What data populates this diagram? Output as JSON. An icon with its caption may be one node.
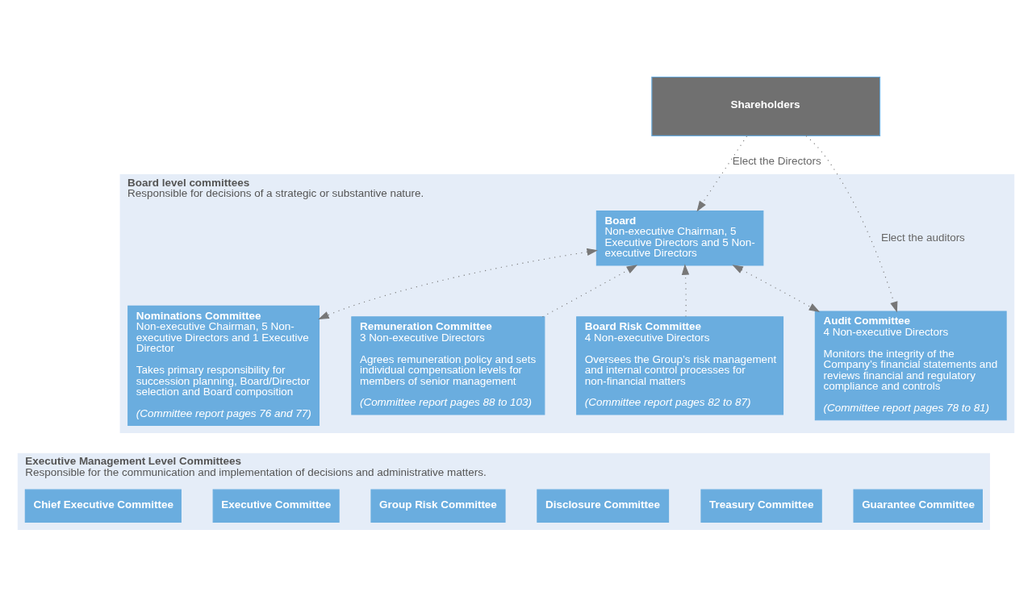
{
  "diagram": {
    "nodes": [
      {
        "text": [
          "Shareholders"
        ]
      },
      {
        "text": [
          "Board level committees",
          "Responsible for decisions of a strategic or substantive nature."
        ]
      },
      {
        "text": [
          "Board",
          "Non-executive Chairman, 5 Executive Directors and 5 Non-executive Directors"
        ],
        "in": 1
      },
      {
        "text": [
          "Nominations Committee",
          "Non-executive Chairman, 5 Non-executive Directors and 1 Executive Director",
          "Takes primary responsibility for succession planning, Board/Director selection and Board composition",
          "(Committee report pages 76 and 77)"
        ],
        "in": 1
      },
      {
        "text": [
          "Remuneration Committee",
          "3 Non-executive Directors",
          "Agrees remuneration policy and sets individual compensation levels for members of senior management",
          "(Committee report pages 88 to 103)"
        ],
        "in": 1
      },
      {
        "text": [
          "Board Risk Committee",
          "4 Non-executive Directors",
          "Oversees the Group’s risk management and internal control processes for non-financial matters",
          "(Committee report pages 82 to 87)"
        ],
        "in": 1
      },
      {
        "text": [
          "Audit Committee",
          "4 Non-executive Directors",
          "Monitors the integrity of the Company’s financial statements and reviews financial and regulatory compliance and controls",
          "(Committee report pages 78 to 81)"
        ],
        "in": 1
      },
      {
        "text": [
          "Executive Management Level Committees",
          "Responsible for the communication and implementation of decisions and administrative matters."
        ]
      },
      {
        "text": [
          "Chief Executive Committee"
        ],
        "in": 7
      },
      {
        "text": [
          "Executive Committee"
        ],
        "in": 7
      },
      {
        "text": [
          "Group Risk Committee"
        ],
        "in": 7
      },
      {
        "text": [
          "Disclosure Committee"
        ],
        "in": 7
      },
      {
        "text": [
          "Treasury Committee"
        ],
        "in": 7
      },
      {
        "text": [
          "Guarantee Committee"
        ],
        "in": 7
      }
    ],
    "edges": [
      {
        "from": 0,
        "to": 2,
        "arrow": "to",
        "label": "Elect the Directors",
        "style": "dashed"
      },
      {
        "from": 0,
        "to": 6,
        "arrow": "to",
        "label": "Elect the auditors",
        "style": "dashed"
      },
      {
        "from": 2,
        "to": 3,
        "arrow": "both",
        "style": "dashed"
      },
      {
        "from": 4,
        "to": 2,
        "arrow": "to",
        "style": "dashed"
      },
      {
        "from": 5,
        "to": 2,
        "arrow": "to",
        "style": "dashed"
      },
      {
        "from": 2,
        "to": 6,
        "arrow": "both",
        "style": "dashed"
      }
    ]
  }
}
